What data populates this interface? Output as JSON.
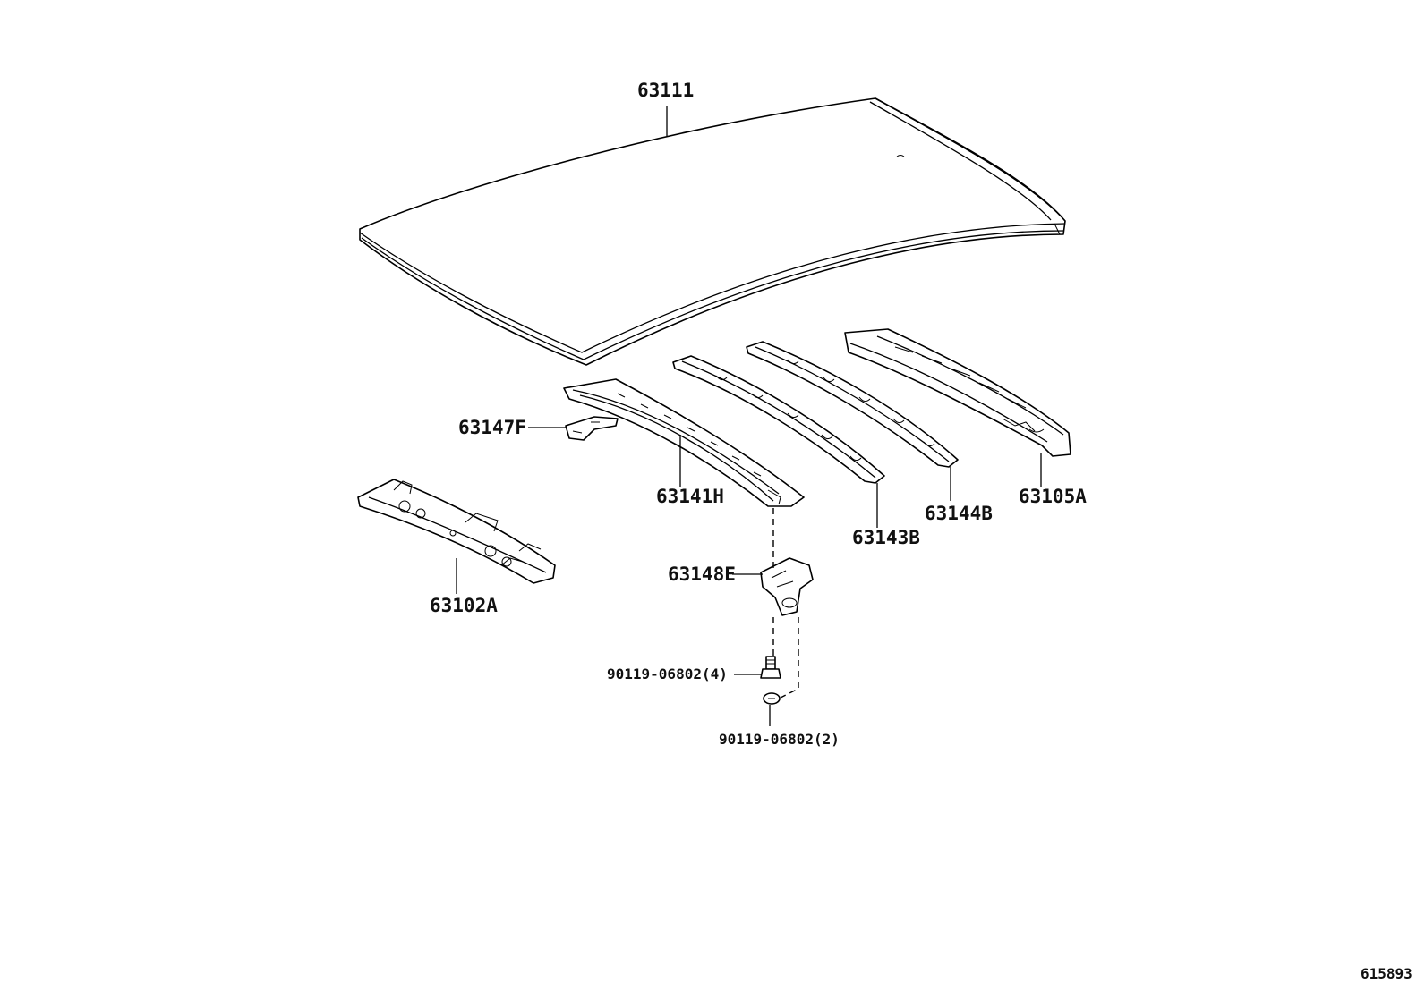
{
  "diagram_id": "615893",
  "parts": [
    {
      "key": "roof_panel",
      "number": "63111"
    },
    {
      "key": "roof_bow_front",
      "number": "63147F"
    },
    {
      "key": "roof_bow_1",
      "number": "63141H"
    },
    {
      "key": "roof_bow_2",
      "number": "63143B"
    },
    {
      "key": "roof_bow_3",
      "number": "63144B"
    },
    {
      "key": "rear_header",
      "number": "63105A"
    },
    {
      "key": "front_header",
      "number": "63102A"
    },
    {
      "key": "bracket",
      "number": "63148E"
    },
    {
      "key": "bolt_a",
      "number": "90119-06802(4)"
    },
    {
      "key": "bolt_b",
      "number": "90119-06802(2)"
    }
  ]
}
